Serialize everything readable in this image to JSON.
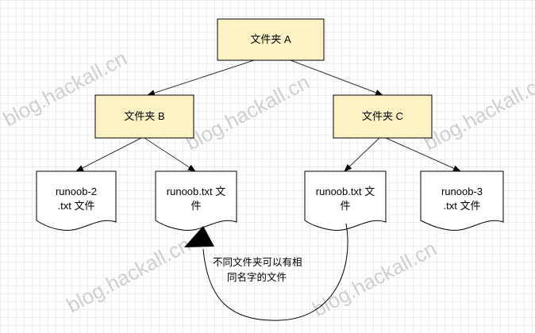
{
  "folders": {
    "a": "文件夹 A",
    "b": "文件夹 B",
    "c": "文件夹 C"
  },
  "files": {
    "f1": [
      "runoob-2",
      ".txt 文件"
    ],
    "f2": [
      "runoob.txt 文",
      "件"
    ],
    "f3": [
      "runoob.txt 文",
      "件"
    ],
    "f4": [
      "runoob-3",
      ".txt 文件"
    ]
  },
  "note": [
    "不同文件夹可以有相",
    "同名字的文件"
  ],
  "watermark": "blog.hackall.cn",
  "colors": {
    "folder_fill": "#fdf2c4",
    "stroke": "#000000",
    "background": "#ffffff"
  }
}
